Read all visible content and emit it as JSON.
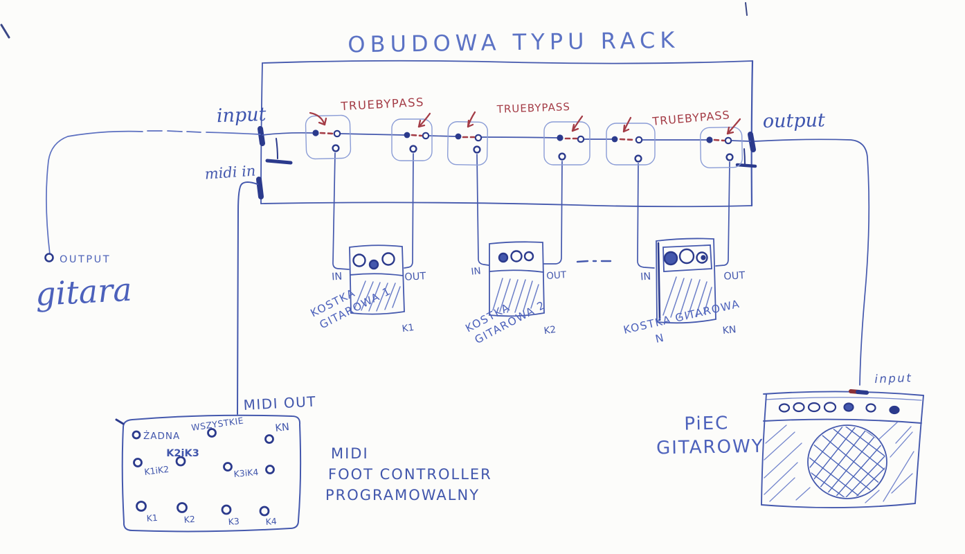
{
  "colors": {
    "ink_blue": "#4458ad",
    "ink_blue_light": "#7486cd",
    "ink_navy": "#2b3a8c",
    "ink_red": "#a43c46",
    "paper": "#fcfcfa"
  },
  "title": "OBUDOWA TYPU RACK",
  "rack": {
    "input_label": "input",
    "midi_in_label": "midi in",
    "output_label": "output",
    "bypass_labels": [
      "TRUEBYPASS",
      "TRUEBYPASS",
      "TRUEBYPASS"
    ]
  },
  "guitar": {
    "jack_label": "OUTPUT",
    "name": "gitara"
  },
  "pedals": [
    {
      "in_label": "IN",
      "out_label": "OUT",
      "switch_key": "K1",
      "name_lines": [
        "KOSTKA",
        "GITAROWA 1"
      ]
    },
    {
      "in_label": "IN",
      "out_label": "OUT",
      "switch_key": "K2",
      "name_lines": [
        "KOSTKA",
        "GITAROWA 2"
      ]
    },
    {
      "in_label": "IN",
      "out_label": "OUT",
      "switch_key": "KN",
      "name_lines": [
        "KOSTKA GITAROWA",
        "N"
      ]
    }
  ],
  "controller": {
    "midi_out_label": "MIDI OUT",
    "buttons": [
      {
        "label": "ŻADNA"
      },
      {
        "label": "WSZYSTKIE"
      },
      {
        "label": "KN"
      },
      {
        "label": "K2iK3"
      },
      {
        "label": "K1iK2"
      },
      {
        "label": "K3iK4"
      },
      {
        "label": "K1"
      },
      {
        "label": "K2"
      },
      {
        "label": "K3"
      },
      {
        "label": "K4"
      }
    ],
    "caption_lines": [
      "MIDI",
      "FOOT CONTROLLER",
      "PROGRAMOWALNY"
    ]
  },
  "amp": {
    "input_label": "input",
    "name_lines": [
      "PiEC",
      "GITAROWY"
    ]
  }
}
